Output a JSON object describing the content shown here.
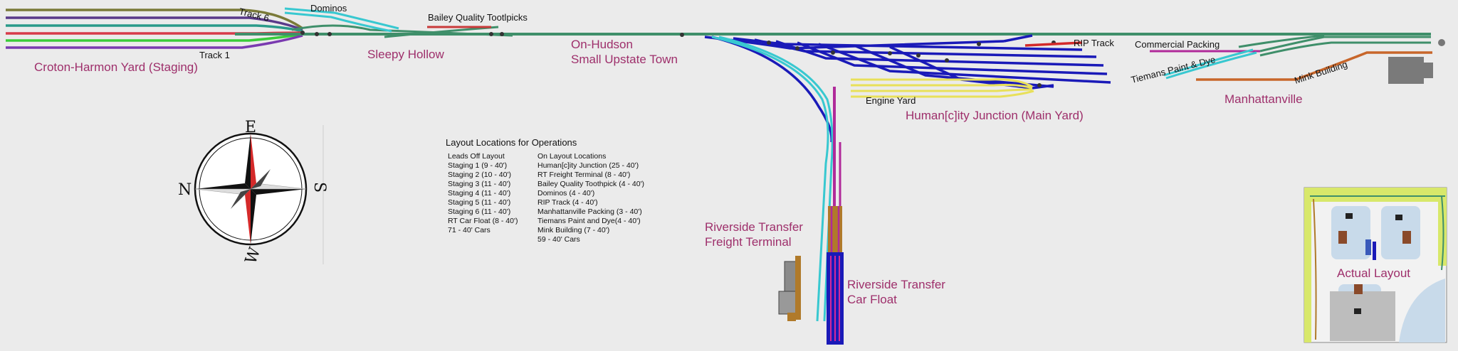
{
  "labels": {
    "croton": "Croton-Harmon Yard (Staging)",
    "sleepy": "Sleepy Hollow",
    "on_hudson_1": "On-Hudson",
    "on_hudson_2": "Small Upstate Town",
    "humancity": "Human[c]ity Junction (Main Yard)",
    "manhattanville": "Manhattanville",
    "rt_freight_1": "Riverside Transfer",
    "rt_freight_2": "Freight Terminal",
    "rt_float_1": "Riverside Transfer",
    "rt_float_2": "Car Float",
    "actual_layout": "Actual Layout",
    "track6": "Track 6",
    "track1": "Track 1",
    "dominos": "Dominos",
    "bailey": "Bailey Quality Tootlpicks",
    "rip": "RIP Track",
    "commercial": "Commercial Packing",
    "tiemans": "Tiemans Paint & Dye",
    "mink": "Mink Building",
    "engine_yard": "Engine Yard"
  },
  "compass": {
    "top": "E",
    "left": "N",
    "right": "S",
    "bottom": "W"
  },
  "ops": {
    "title": "Layout Locations for Operations",
    "off_layout": [
      "Leads Off Layout",
      "Staging 1 (9 - 40')",
      "Staging 2 (10 - 40')",
      "Staging 3 (11 - 40')",
      "Staging 4 (11 - 40')",
      "Staging 5 (11 - 40')",
      "Staging 6 (11 - 40')",
      "RT Car Float (8 - 40')",
      "71 - 40' Cars"
    ],
    "on_layout": [
      "On Layout Locations",
      "Human[c]ity Junction (25 - 40')",
      "RT Freight Terminal (8 - 40')",
      "Bailey Quality Toothpick (4 - 40')",
      "Dominos (4 - 40')",
      "RIP Track (4 - 40')",
      "Manhattanville Packing (3 - 40')",
      "Tiemans Paint and Dye(4 - 40')",
      "Mink Building (7 - 40')",
      "59 - 40' Cars"
    ]
  },
  "colors": {
    "background": "#ebebeb",
    "mainline": "#3f8f6a",
    "yard": "#1a1ab8",
    "cyan_spur": "#38c8d0",
    "yellow_engine": "#e8e05a",
    "maroon_label": "#9e2f6b",
    "red_track": "#d42a2a",
    "orange_track": "#c8662a",
    "magenta_track": "#b02a9a"
  }
}
